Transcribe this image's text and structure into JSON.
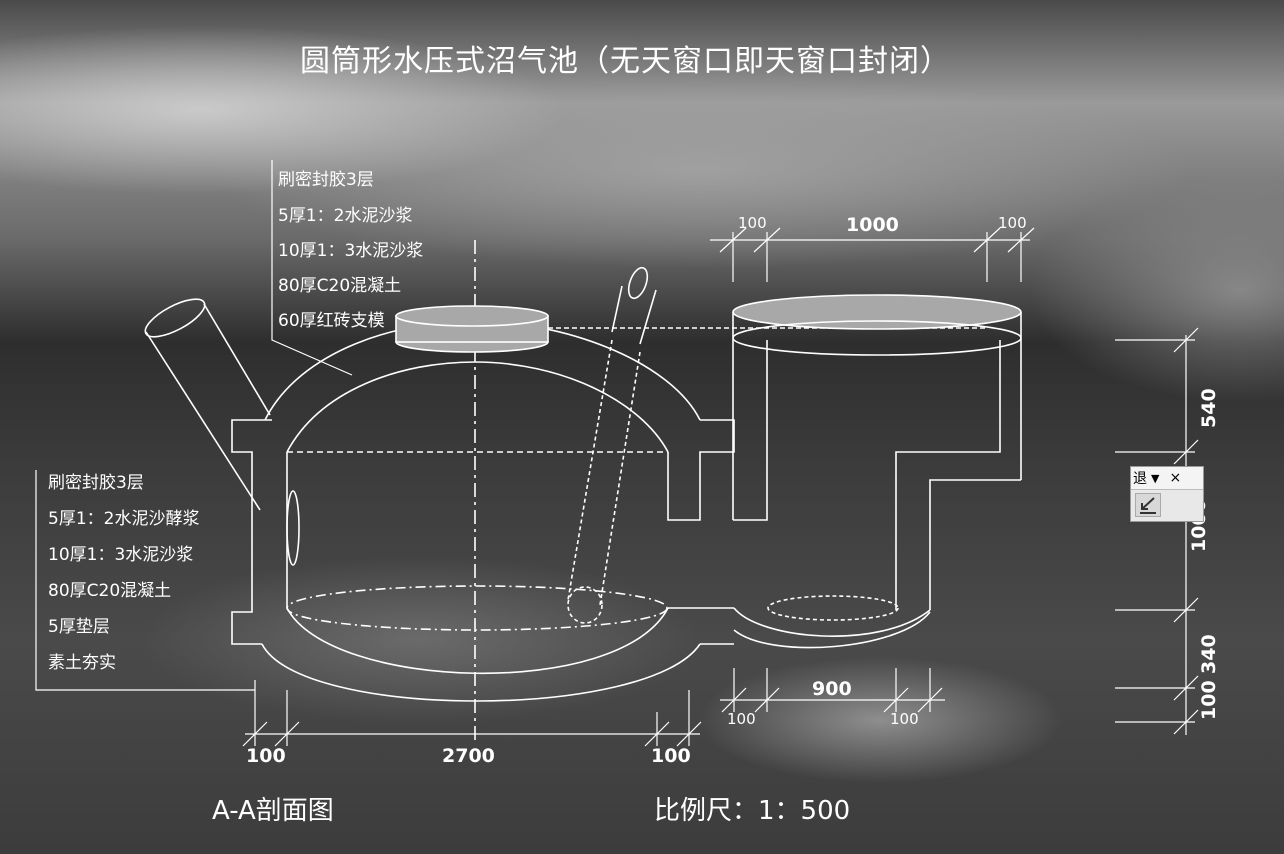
{
  "title": "圆筒形水压式沼气池（无天窗口即天窗口封闭）",
  "upper_layers": [
    "刷密封胶3层",
    "5厚1：2水泥沙浆",
    "10厚1：3水泥沙浆",
    "80厚C20混凝土",
    "60厚红砖支模"
  ],
  "lower_layers": [
    "刷密封胶3层",
    "5厚1：2水泥沙酵浆",
    "10厚1：3水泥沙浆",
    "80厚C20混凝土",
    "5厚垫层",
    "素土夯实"
  ],
  "dimensions": {
    "top_left_100": "100",
    "top_width": "1000",
    "top_right_100": "100",
    "height_540": "540",
    "height_1000": "1000",
    "height_340": "340",
    "height_100": "100",
    "mid_width": "900",
    "mid_left_100": "100",
    "mid_right_100": "100",
    "bottom_left_100": "100",
    "bottom_width": "2700",
    "bottom_right_100": "100"
  },
  "section_label": "A-A剖面图",
  "scale_label": "比例尺：1：500",
  "toolbar": {
    "label": "退",
    "dropdown_glyph": "▼",
    "close_glyph": "×"
  },
  "colors": {
    "lines": "#ffffff",
    "lid_fill": "#a8a8a8"
  }
}
